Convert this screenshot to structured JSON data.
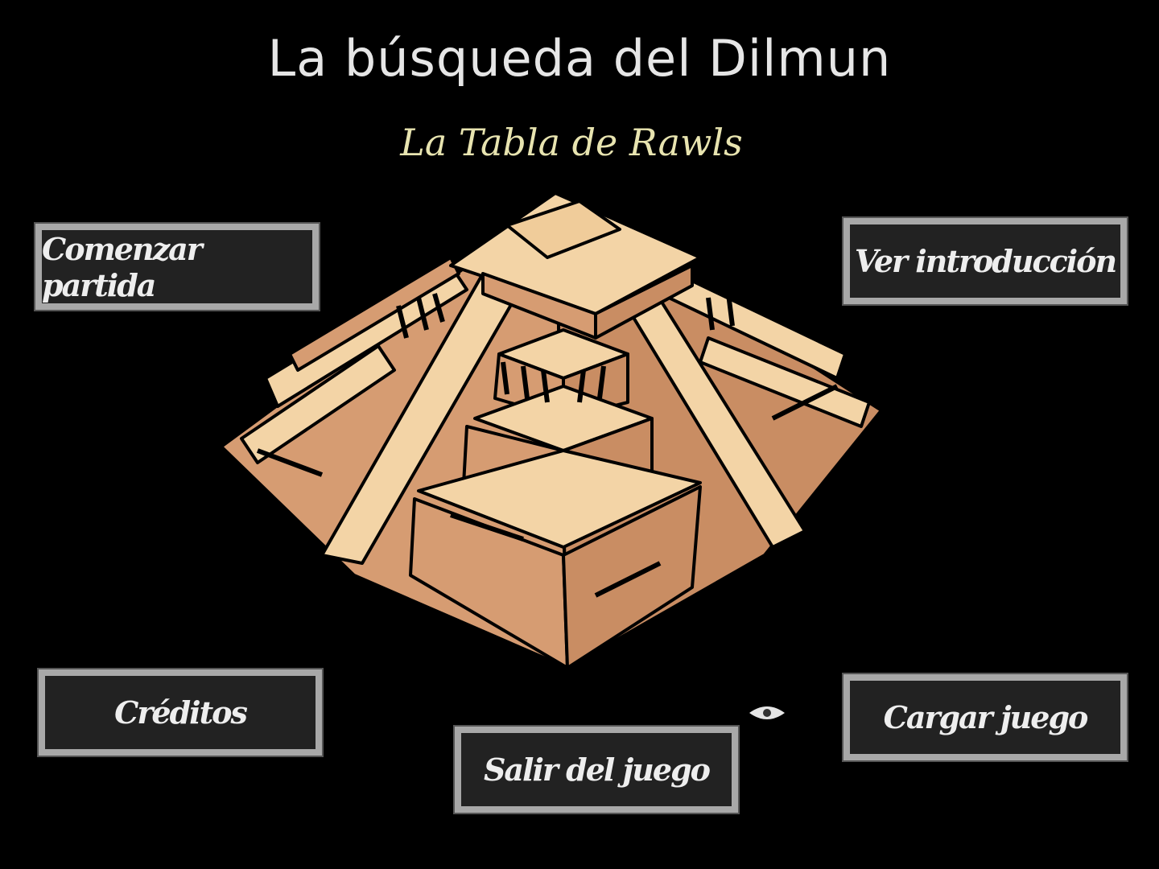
{
  "header": {
    "title": "La búsqueda del Dilmun",
    "subtitle": "La Tabla de Rawls"
  },
  "menu": {
    "start": "Comenzar partida",
    "intro": "Ver introducción",
    "credits": "Créditos",
    "quit": "Salir del juego",
    "load": "Cargar juego"
  },
  "icons": {
    "cursor": "eye-icon",
    "art": "stepped-pyramid"
  },
  "colors": {
    "background": "#000000",
    "pyramid_dark": "#d69c72",
    "pyramid_light": "#f3d4a6",
    "button_border": "#a8a8a8",
    "button_fill": "#222222",
    "subtitle": "#e8e4b0"
  }
}
